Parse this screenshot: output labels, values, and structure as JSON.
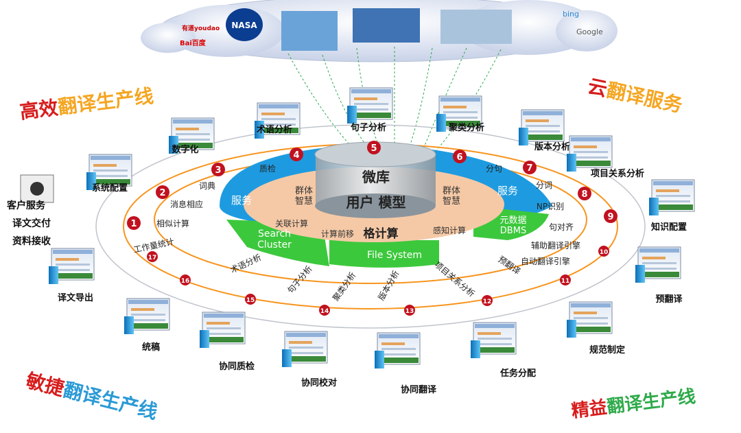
{
  "cloud": {
    "logos": {
      "nasa": "NASA",
      "youdao": "有道youdao",
      "baidu": "Bai百度",
      "bing": "bing",
      "google": "Google"
    }
  },
  "corners": {
    "top_left": {
      "part1": "高效",
      "part2": "翻译生产线"
    },
    "top_right": {
      "part1": "云",
      "part2": "翻译服务"
    },
    "bottom_left": {
      "part1": "敏捷",
      "part2": "翻译生产线"
    },
    "bottom_right": {
      "part1": "精益",
      "part2": "翻译生产线"
    }
  },
  "center": {
    "micro_lib": "微库",
    "user_model": "用户 模型",
    "grid_compute": "格计算",
    "group_wisdom_left": "群体\n智慧",
    "group_wisdom_right": "群体\n智慧",
    "service_left": "服务",
    "service_right": "服务",
    "assoc_compute": "关联计算",
    "compute_shift": "计算前移",
    "perceive_compute": "感知计算",
    "search_cluster": "Search\nCluster",
    "meta_dbms": "元数据\nDBMS",
    "file_system": "File System"
  },
  "ring_labels": [
    "词典",
    "消息相应",
    "相似计算",
    "工作量统计",
    "质检",
    "分句",
    "分词",
    "NP识别",
    "句对齐",
    "辅助翻译引擎",
    "自动翻译引擎",
    "预翻译",
    "项目关系分析",
    "版本分析",
    "聚类分析",
    "句子分析",
    "术语分析"
  ],
  "ring_numbers": [
    "1",
    "2",
    "3",
    "4",
    "5",
    "6",
    "7",
    "8",
    "9",
    "10",
    "11",
    "12",
    "13",
    "14",
    "15",
    "16",
    "17"
  ],
  "stations": [
    "术语分析",
    "句子分析",
    "聚类分析",
    "版本分析",
    "数字化",
    "项目关系分析",
    "系统配置",
    "知识配置",
    "预翻译",
    "规范制定",
    "任务分配",
    "协同翻译",
    "协同校对",
    "协同质检",
    "统稿",
    "译文导出"
  ],
  "client": [
    "客户服务",
    "译文交付",
    "资料接收"
  ],
  "colors": {
    "orange": "#f7941d",
    "red_num": "#c1121f",
    "blue": "#1e9be0",
    "green": "#3cc83c",
    "pink": "#f5c9a6"
  }
}
